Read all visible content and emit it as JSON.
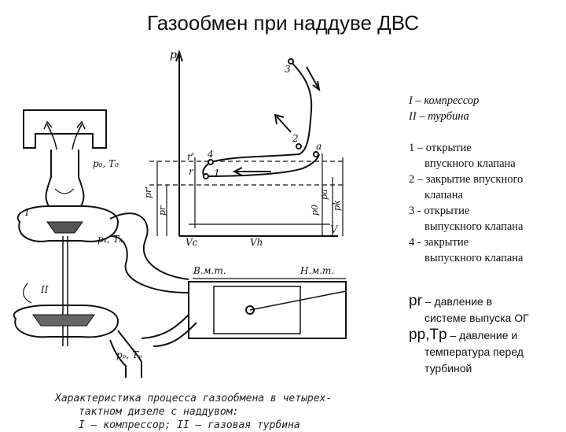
{
  "title": "Газообмен при наддуве ДВС",
  "legend": {
    "item1": "I – компрессор",
    "item2": "II – турбина",
    "step1_a": "1 – открытие",
    "step1_b": "впускного клапана",
    "step2_a": "2 – закрытие впускного",
    "step2_b": "клапана",
    "step3_a": "3 - открытие",
    "step3_b": "выпускного клапана",
    "step4_a": "4 - закрытие",
    "step4_b": "выпускного клапана"
  },
  "notes": {
    "pr_sym": "pr",
    "pr_a": " – давление  в",
    "pr_b": "системе выпуска ОГ",
    "ptp_sym": "pp,Tp",
    "ptp_a": " – давление  и",
    "ptp_b": "температура перед",
    "ptp_c": "турбиной"
  },
  "diagram_labels": {
    "p_axis": "p",
    "v_axis": "V",
    "p0_t0": "p₀, T₀",
    "pk_tk": "pₖ, Tₖ",
    "pp_tp": "pₚ, Tₚ",
    "compressor": "I",
    "turbine": "II",
    "bmt": "В.м.т.",
    "nmt": "Н.м.т.",
    "vc": "Vc",
    "vh": "Vh",
    "pr_axis": "pr'",
    "pr2": "pr",
    "pa": "pa",
    "p0": "p0",
    "pk": "pk",
    "r_prime": "r'",
    "r": "r",
    "a": "a",
    "n1": "1",
    "n2": "2",
    "n3": "3",
    "n4": "4"
  },
  "caption": {
    "line1": "Характеристика  процесса  газообмена  в  четырех-",
    "line2": "тактном дизеле с наддувом:",
    "line3": "I — компрессор; II — газовая турбина"
  }
}
